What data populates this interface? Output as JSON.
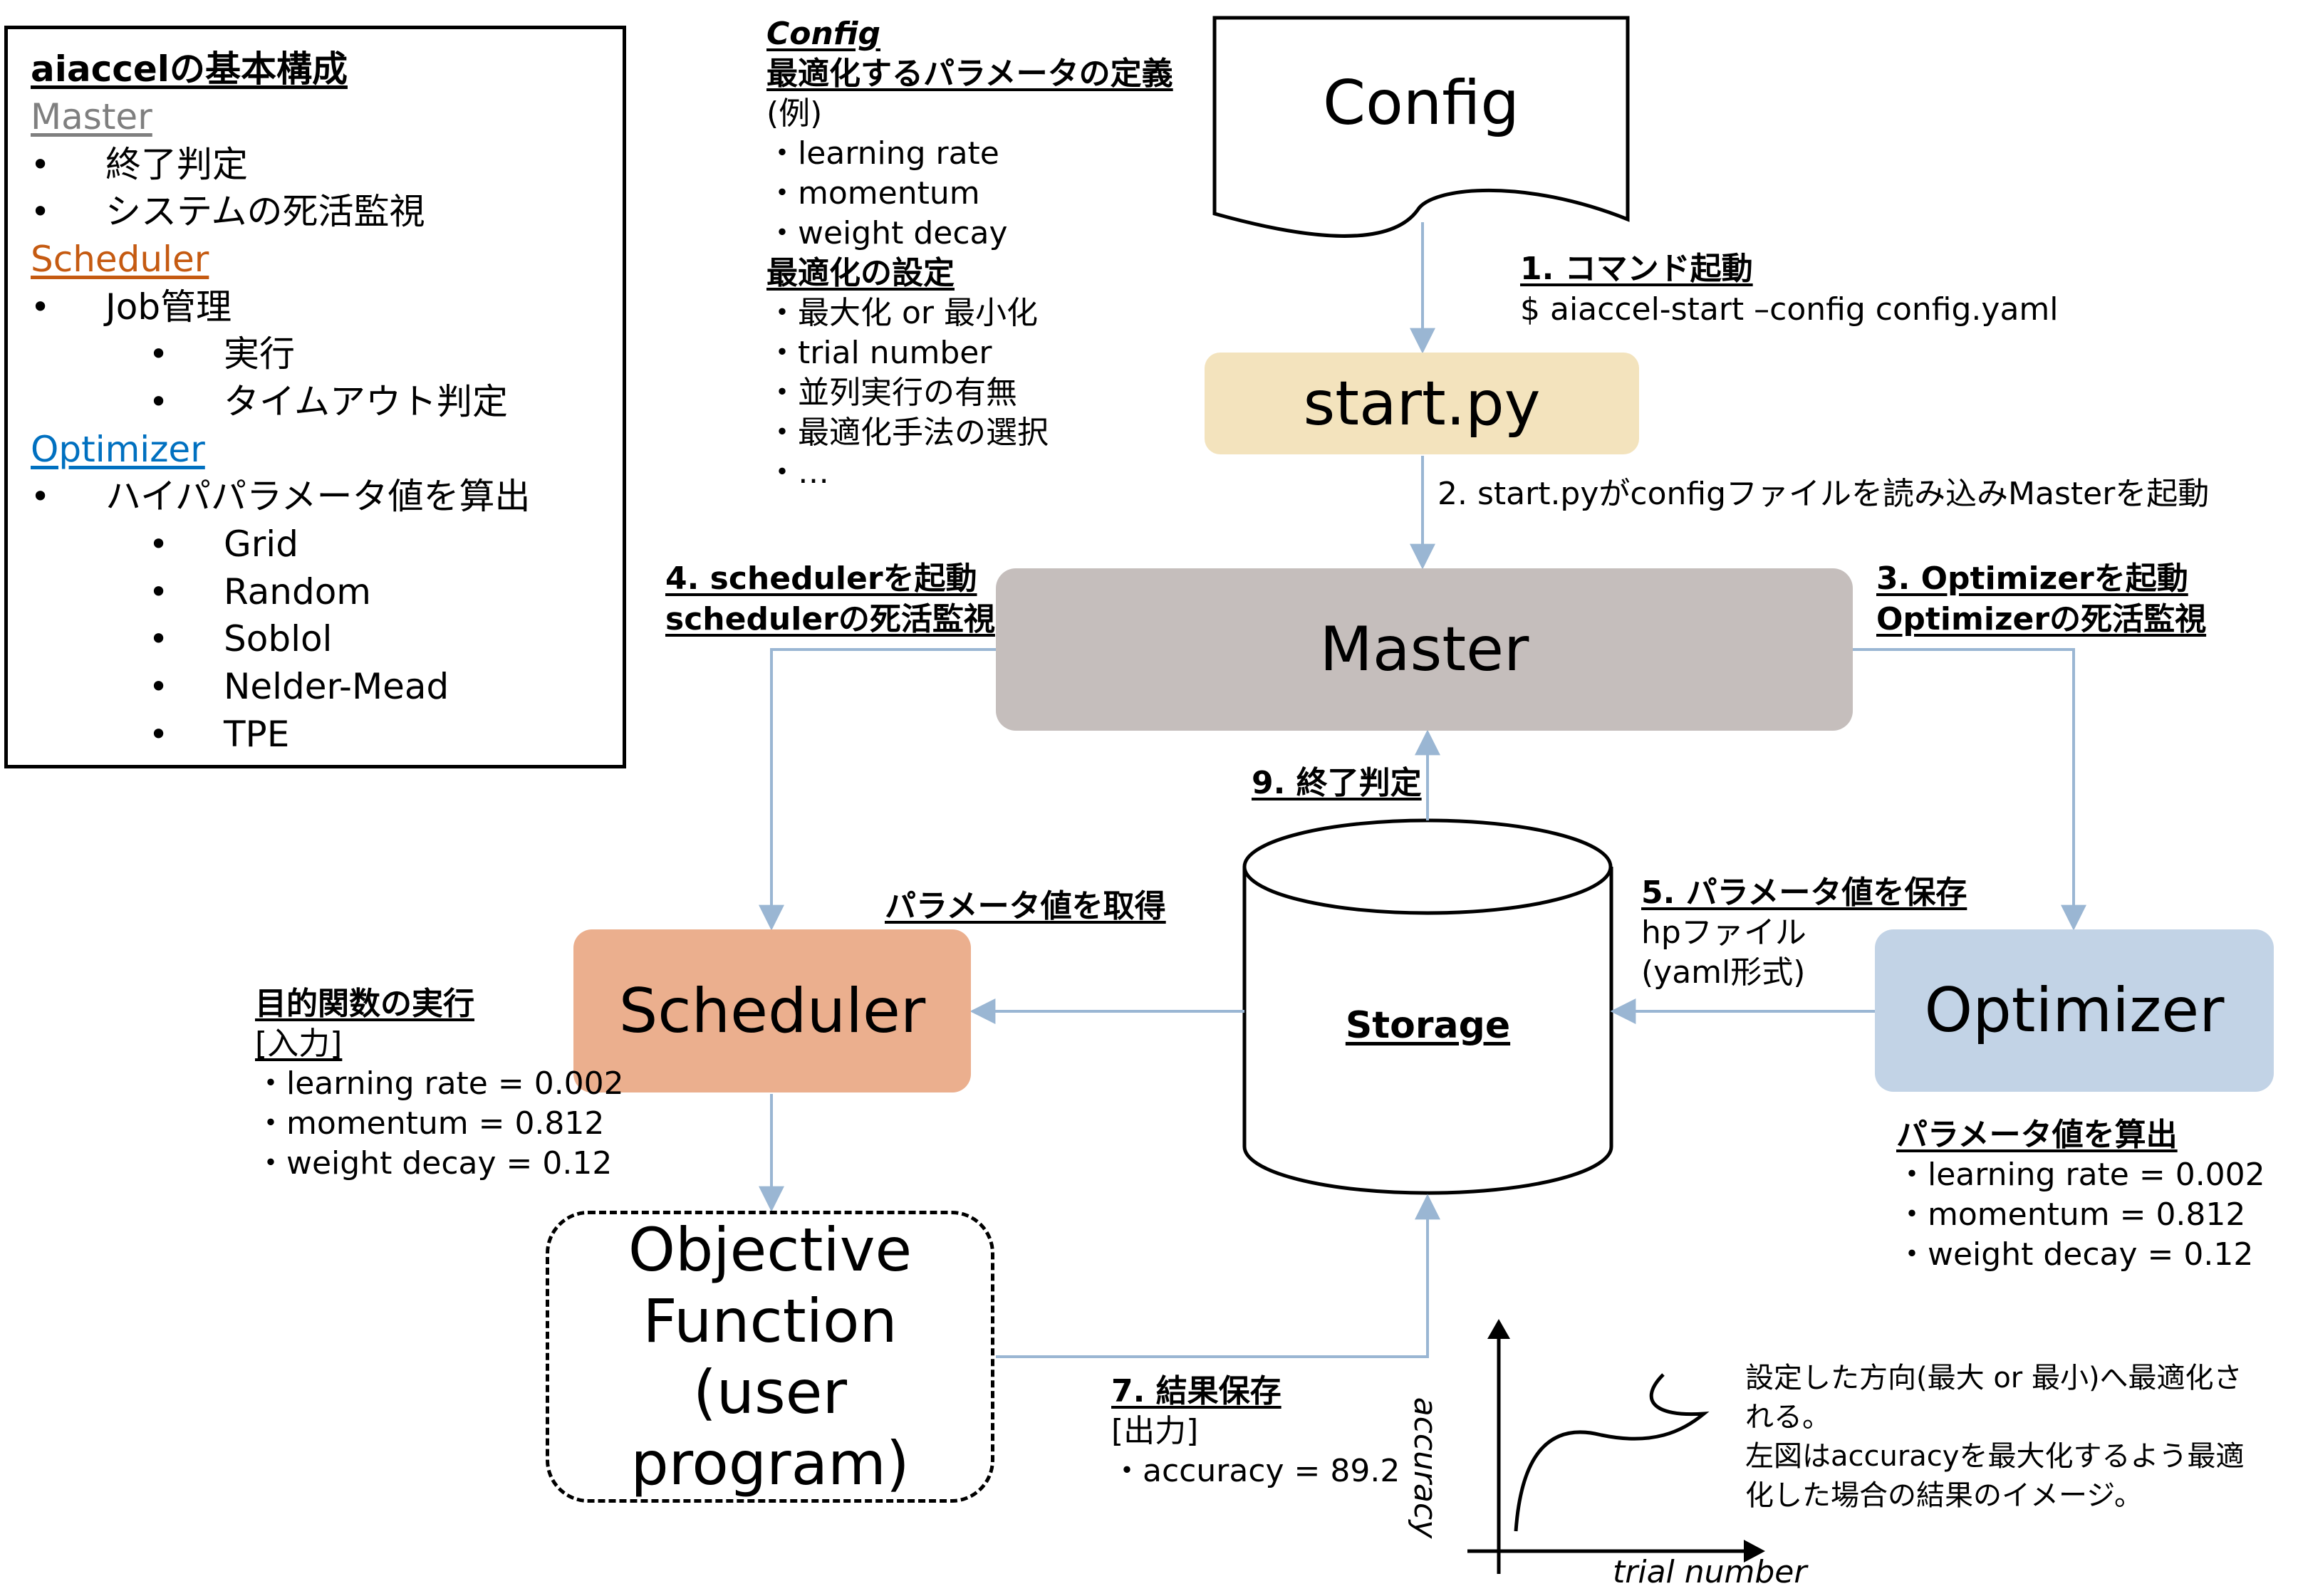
{
  "legend": {
    "title": "aiaccelの基本構成",
    "master_label": "Master",
    "master_items": [
      "終了判定",
      "システムの死活監視"
    ],
    "scheduler_label": "Scheduler",
    "scheduler_item": "Job管理",
    "scheduler_subitems": [
      "実行",
      "タイムアウト判定"
    ],
    "optimizer_label": "Optimizer",
    "optimizer_item": "ハイパパラメータ値を算出",
    "optimizer_subitems": [
      "Grid",
      "Random",
      "Soblol",
      "Nelder-Mead",
      "TPE"
    ],
    "bullet": "•",
    "colors": {
      "master": "#7f7f7f",
      "scheduler": "#c55a11",
      "optimizer": "#0070c0"
    }
  },
  "config_notes": {
    "title": "Config",
    "definition_heading": "最適化するパラメータの定義",
    "example_label": "(例)",
    "example_items": [
      "・learning rate",
      "・momentum",
      "・weight decay"
    ],
    "settings_heading": "最適化の設定",
    "settings_items": [
      "・最大化 or 最小化",
      "・trial number",
      "・並列実行の有無",
      "・最適化手法の選択",
      "・…"
    ]
  },
  "boxes": {
    "config": "Config",
    "start": "start.py",
    "master": "Master",
    "scheduler": "Scheduler",
    "optimizer": "Optimizer",
    "storage": "Storage",
    "objective_lines": [
      "Objective",
      "Function",
      "(user",
      "program)"
    ],
    "colors": {
      "start": "#f3e3bd",
      "master": "#c5bebc",
      "scheduler": "#ebaf8e",
      "optimizer": "#c2d3e6",
      "arrow": "#9ab6d3"
    }
  },
  "steps": {
    "step1_title": "1. コマンド起動",
    "step1_cmd": "$ aiaccel-start –config config.yaml",
    "step2": "2. start.pyがconfigファイルを読み込みMasterを起動",
    "step3_line1": "3. Optimizerを起動",
    "step3_line2": "Optimizerの死活監視",
    "step4_line1": "4. schedulerを起動",
    "step4_line2": "schedulerの死活監視",
    "step5_title": "5. パラメータ値を保存",
    "step5_line1": "hpファイル",
    "step5_line2": "(yaml形式)",
    "get_params": "パラメータ値を取得",
    "step7_title": "7. 結果保存",
    "step7_line1": "[出力]",
    "step7_line2": "・accuracy = 89.2",
    "step9": "9. 終了判定"
  },
  "objective_exec": {
    "title": "目的関数の実行",
    "input_label": "[入力]",
    "items": [
      "・learning rate = 0.002",
      "・momentum = 0.812",
      "・weight decay = 0.12"
    ]
  },
  "optimizer_calc": {
    "title": "パラメータ値を算出",
    "items": [
      "・learning rate = 0.002",
      "・momentum = 0.812",
      "・weight decay = 0.12"
    ]
  },
  "graph": {
    "ylabel": "accuracy",
    "xlabel": "trial number",
    "caption_lines": [
      "設定した方向(最大 or 最小)へ最適化さ",
      "れる。",
      "左図はaccuracyを最大化するよう最適",
      "化した場合の結果のイメージ。"
    ]
  }
}
